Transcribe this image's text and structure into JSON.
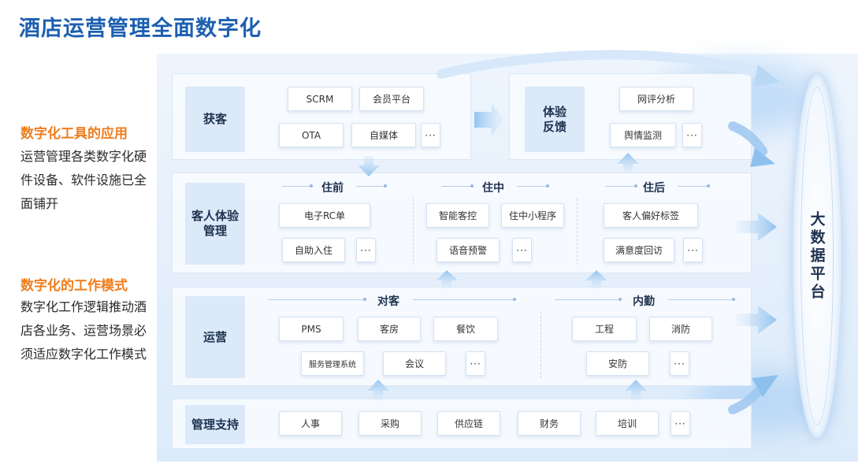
{
  "title": "酒店运营管理全面数字化",
  "sidebar": {
    "tools_heading": "数字化工具的应用",
    "tools_text": "运营管理各类数字化硬件设备、软件设施已全面铺开",
    "mode_heading": "数字化的工作模式",
    "mode_text": "数字化工作逻辑推动酒店各业务、运营场景必须适应数字化工作模式"
  },
  "acquire": {
    "label": "获客",
    "items": [
      "SCRM",
      "会员平台",
      "OTA",
      "自媒体",
      "···"
    ]
  },
  "feedback": {
    "label": "体验\n反馈",
    "items": [
      "网评分析",
      "舆情监测",
      "···"
    ]
  },
  "guest_experience": {
    "label": "客人体验\n管理",
    "stages": [
      {
        "title": "住前",
        "items": [
          "电子RC单",
          "自助入住",
          "···"
        ]
      },
      {
        "title": "住中",
        "items": [
          "智能客控",
          "住中小程序",
          "语音预警",
          "···"
        ]
      },
      {
        "title": "住后",
        "items": [
          "客人偏好标签",
          "满意度回访",
          "···"
        ]
      }
    ]
  },
  "operations": {
    "label": "运营",
    "customer_facing": {
      "title": "对客",
      "items": [
        "PMS",
        "客房",
        "餐饮",
        "服务管理系统",
        "会议",
        "···"
      ]
    },
    "internal": {
      "title": "内勤",
      "items": [
        "工程",
        "消防",
        "安防",
        "···"
      ]
    }
  },
  "management": {
    "label": "管理支持",
    "items": [
      "人事",
      "采购",
      "供应链",
      "财务",
      "培训",
      "···"
    ]
  },
  "big_data": {
    "label": "大数据平台"
  },
  "colors": {
    "title": "#1d5fb0",
    "accent_orange": "#ef7d1c",
    "arrow_blue": "#9cc7f0",
    "label_block": "#dbe9f9"
  }
}
